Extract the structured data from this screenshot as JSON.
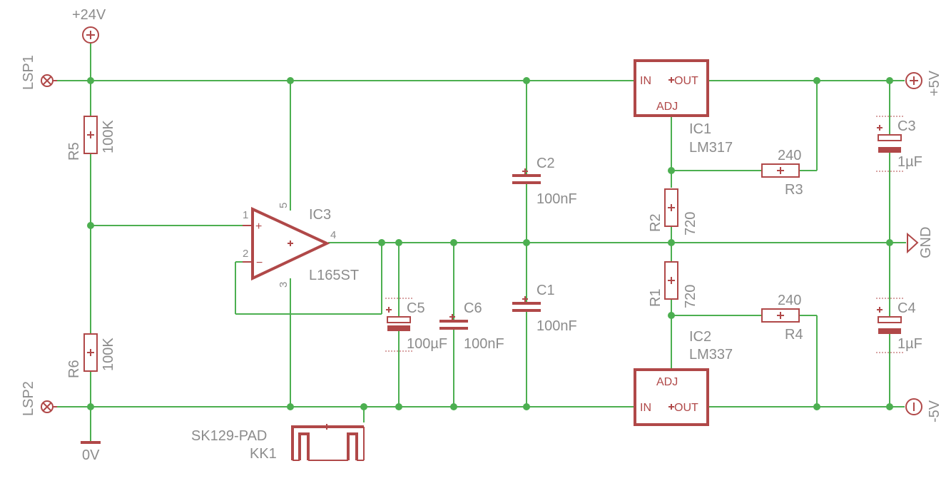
{
  "supplies": {
    "plus24": "+24V",
    "plus5": "+5V",
    "gnd": "GND",
    "minus5": "-5V",
    "zero": "0V"
  },
  "connectors": {
    "lsp1": "LSP1",
    "lsp2": "LSP2"
  },
  "resistors": {
    "r5_name": "R5",
    "r5_value": "100K",
    "r6_name": "R6",
    "r6_value": "100K",
    "r2_name": "R2",
    "r2_value": "720",
    "r1_name": "R1",
    "r1_value": "720",
    "r3_name": "R3",
    "r3_value": "240",
    "r4_name": "R4",
    "r4_value": "240"
  },
  "capacitors": {
    "c1_name": "C1",
    "c1_value": "100nF",
    "c2_name": "C2",
    "c2_value": "100nF",
    "c3_name": "C3",
    "c3_value": "1µF",
    "c4_name": "C4",
    "c4_value": "1µF",
    "c5_name": "C5",
    "c5_value": "100µF",
    "c6_name": "C6",
    "c6_value": "100nF"
  },
  "ics": {
    "ic1_name": "IC1",
    "ic1_value": "LM317",
    "ic2_name": "IC2",
    "ic2_value": "LM337",
    "ic3_name": "IC3",
    "ic3_value": "L165ST",
    "pin_in": "IN",
    "pin_out": "OUT",
    "pin_adj": "ADJ",
    "op_pin1": "1",
    "op_pin2": "2",
    "op_pin3": "3",
    "op_pin4": "4",
    "op_pin5": "5",
    "op_plus": "+",
    "op_minus": "−"
  },
  "heatsink": {
    "part": "SK129-PAD",
    "name": "KK1"
  }
}
